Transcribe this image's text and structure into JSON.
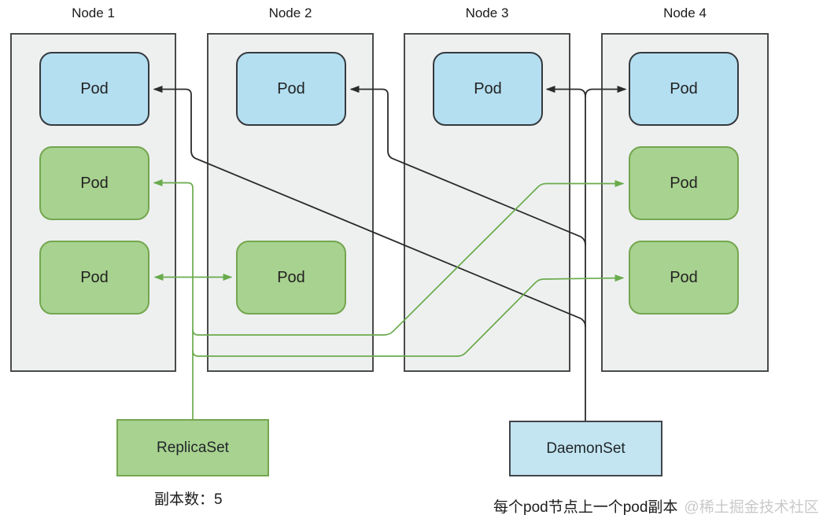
{
  "diagram": {
    "pod_label": "Pod",
    "nodes": [
      {
        "label": "Node 1",
        "pods": [
          "blue",
          "green",
          "green"
        ]
      },
      {
        "label": "Node 2",
        "pods": [
          "blue",
          "green"
        ]
      },
      {
        "label": "Node 3",
        "pods": [
          "blue"
        ]
      },
      {
        "label": "Node 4",
        "pods": [
          "blue",
          "green",
          "green"
        ]
      }
    ],
    "replicaset": {
      "label": "ReplicaSet",
      "caption": "副本数：5"
    },
    "daemonset": {
      "label": "DaemonSet",
      "caption": "每个pod节点上一个pod副本"
    },
    "watermark": "@稀土掘金技术社区",
    "colors": {
      "node_fill": "#eef0f0",
      "node_border": "#4a4a4a",
      "pod_blue_fill": "#b4dff1",
      "pod_blue_border": "#35393d",
      "pod_green_fill": "#a8d28f",
      "pod_green_border": "#74a64f",
      "replicaset_fill": "#a8d28f",
      "replicaset_border": "#74a64f",
      "daemonset_fill": "#c3e5f1",
      "daemonset_border": "#41464b",
      "line_black": "#2b2b2b",
      "line_green": "#6aab4c",
      "watermark_color": "#c9c9c9"
    }
  }
}
